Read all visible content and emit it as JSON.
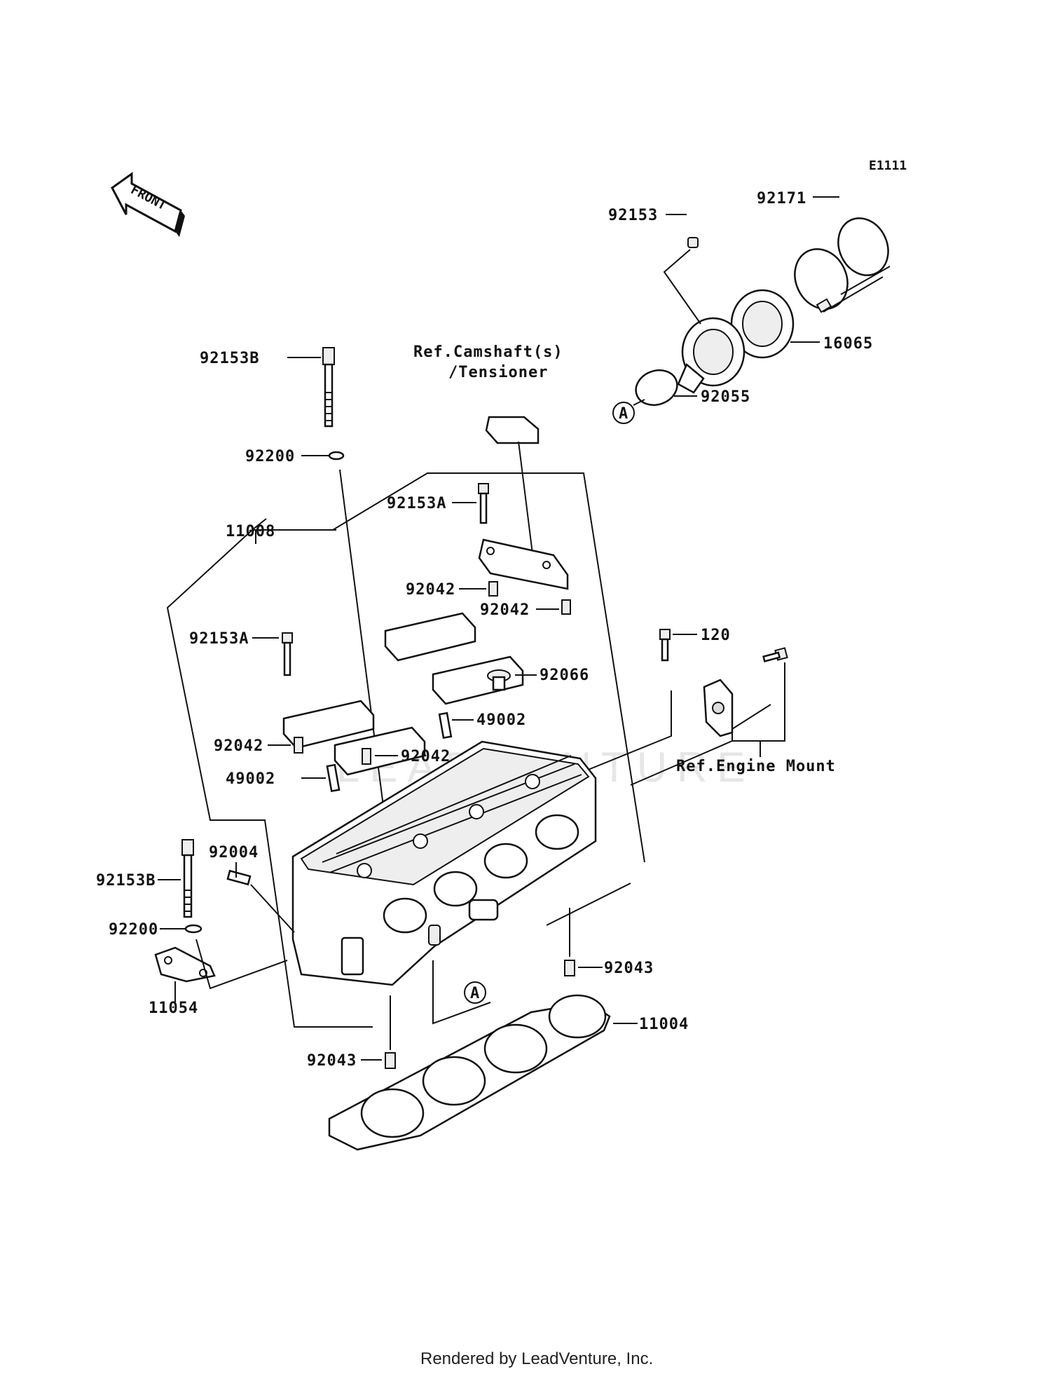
{
  "diagram": {
    "code": "E1111",
    "front_label": "FRONT",
    "watermark": "LEADVENTURE",
    "footer": "Rendered by LeadVenture, Inc.",
    "refs": {
      "camshaft_line1": "Ref.Camshaft(s)",
      "camshaft_line2": "/Tensioner",
      "engine_mount": "Ref.Engine Mount"
    },
    "callout_A": "A",
    "parts": {
      "p92153": "92153",
      "p92171": "92171",
      "p16065": "16065",
      "p92055": "92055",
      "p92153B_top": "92153B",
      "p92200_top": "92200",
      "p92153A_right": "92153A",
      "p11008": "11008",
      "p92042_a": "92042",
      "p92042_b": "92042",
      "p92153A_left": "92153A",
      "p120": "120",
      "p92066": "92066",
      "p49002_right": "49002",
      "p92042_c": "92042",
      "p92042_d": "92042",
      "p49002_left": "49002",
      "p92004": "92004",
      "p92153B_bottom": "92153B",
      "p92200_bottom": "92200",
      "p11054": "11054",
      "p92043_right": "92043",
      "p11004": "11004",
      "p92043_bottom": "92043"
    }
  }
}
